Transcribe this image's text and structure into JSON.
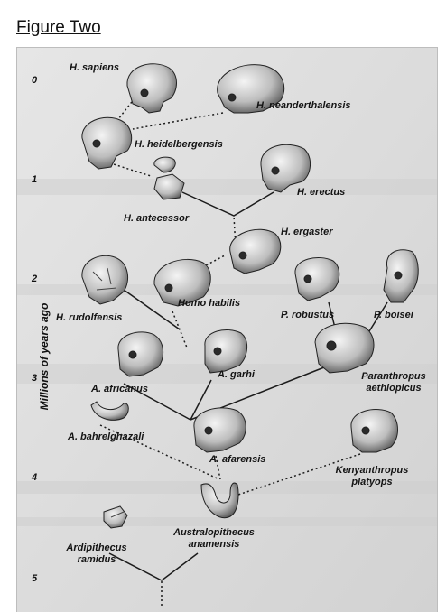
{
  "figure": {
    "title": "Figure Two"
  },
  "axis": {
    "label": "Millions of years ago",
    "ticks": [
      "0",
      "1",
      "2",
      "3",
      "4",
      "5"
    ]
  },
  "species": {
    "sapiens": "H. sapiens",
    "neanderthalensis": "H. neanderthalensis",
    "heidelbergensis": "H. heidelbergensis",
    "erectus": "H. erectus",
    "antecessor": "H. antecessor",
    "ergaster": "H. ergaster",
    "habilis": "Homo habilis",
    "rudolfensis": "H. rudolfensis",
    "robustus": "P. robustus",
    "boisei": "P. boisei",
    "africanus": "A. africanus",
    "garhi": "A. garhi",
    "aethiopicus_1": "Paranthropus",
    "aethiopicus_2": "aethiopicus",
    "bahrelghazali": "A. bahrelghazali",
    "afarensis": "A. afarensis",
    "kenyanthropus_1": "Kenyanthropus",
    "kenyanthropus_2": "platyops",
    "anamensis_1": "Australopithecus",
    "anamensis_2": "anamensis",
    "ramidus_1": "Ardipithecus",
    "ramidus_2": "ramidus"
  }
}
